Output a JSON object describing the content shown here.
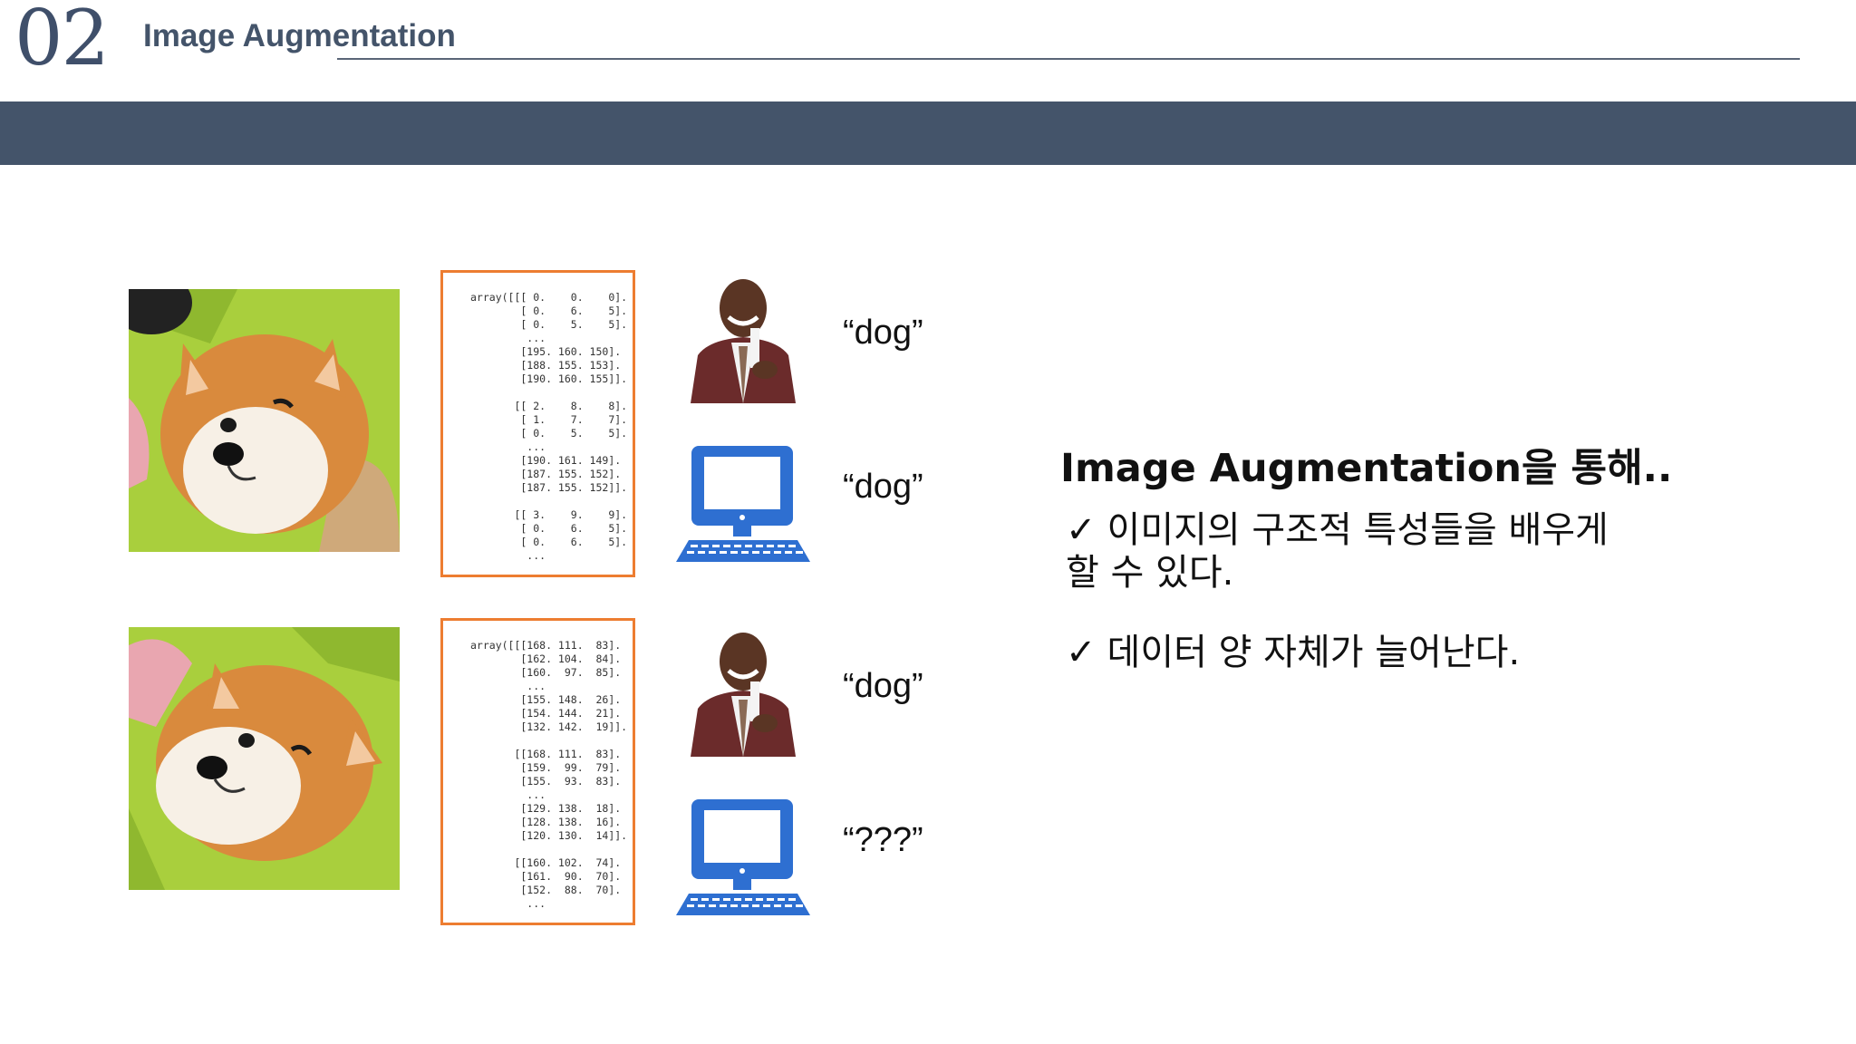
{
  "header": {
    "number": "02",
    "title": "Image Augmentation"
  },
  "rows": [
    {
      "array_text": "array([[[ 0.    0.    0].\n        [ 0.    6.    5].\n        [ 0.    5.    5].\n         ...\n        [195. 160. 150].\n        [188. 155. 153].\n        [190. 160. 155]].\n\n       [[ 2.    8.    8].\n        [ 1.    7.    7].\n        [ 0.    5.    5].\n         ...\n        [190. 161. 149].\n        [187. 155. 152].\n        [187. 155. 152]].\n\n       [[ 3.    9.    9].\n        [ 0.    6.    5].\n        [ 0.    6.    5].\n         ...",
      "human_label": "“dog”",
      "computer_label": "“dog”"
    },
    {
      "array_text": "array([[[168. 111.  83].\n        [162. 104.  84].\n        [160.  97.  85].\n         ...\n        [155. 148.  26].\n        [154. 144.  21].\n        [132. 142.  19]].\n\n       [[168. 111.  83].\n        [159.  99.  79].\n        [155.  93.  83].\n         ...\n        [129. 138.  18].\n        [128. 138.  16].\n        [120. 130.  14]].\n\n       [[160. 102.  74].\n        [161.  90.  70].\n        [152.  88.  70].\n         ...",
      "human_label": "“dog”",
      "computer_label": "“???”"
    }
  ],
  "right_panel": {
    "heading": "Image Augmentation을 통해..",
    "bullets": [
      "이미지의 구조적 특성들을 배우게 할 수 있다.",
      "데이터 양 자체가 늘어난다."
    ],
    "check_mark": "✓"
  },
  "colors": {
    "band": "#44546a",
    "array_border": "#ed7d31",
    "computer_blue": "#2e6fd1",
    "dog_fur": "#d98a3d",
    "blanket": "#a9cf3d"
  },
  "icons": [
    "shiba-dog-photo",
    "person-icon",
    "computer-icon"
  ]
}
